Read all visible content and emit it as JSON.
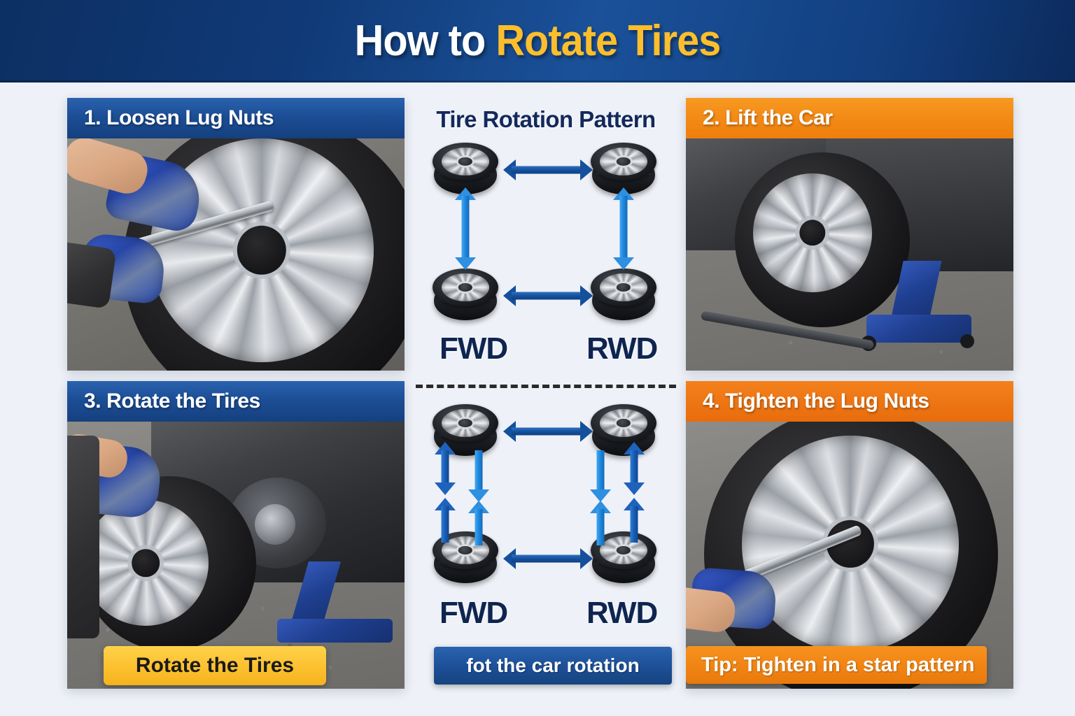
{
  "header": {
    "title_white": "How to ",
    "title_gold": "Rotate Tires"
  },
  "colors": {
    "brand_blue": "#1c4e96",
    "brand_orange": "#f0820f",
    "brand_gold": "#fcc02f",
    "navy_text": "#13295c",
    "background": "#eef1f7",
    "arrow_blue": "#14509c",
    "arrow_light_blue": "#2f8fe0"
  },
  "panels": [
    {
      "number": "1.",
      "title": "1. Loosen Lug Nuts",
      "header_style": "blue",
      "photo_alt": "gloved hands loosening lug nuts with a breaker bar on an alloy wheel"
    },
    {
      "number": "2.",
      "title": "2. Lift the Car",
      "header_style": "orange",
      "photo_alt": "dark gray car being raised by a blue hydraulic floor jack"
    },
    {
      "number": "3.",
      "title": "3. Rotate the Tires",
      "header_style": "blue",
      "photo_alt": "mechanic in blue gloves removing a wheel from the hub",
      "caption": "Rotate the Tires",
      "caption_style": "gold"
    },
    {
      "number": "4.",
      "title": "4. Tighten the Lug Nuts",
      "header_style": "orange",
      "photo_alt": "blue gloved hand tightening lug nuts with a torque wrench",
      "caption": "Tip: Tighten in a star pattern",
      "caption_style": "orange"
    }
  ],
  "center": {
    "title": "Tire Rotation Pattern",
    "caption": "fot the car rotation",
    "diagrams": [
      {
        "id": "top",
        "labels": [
          "FWD",
          "RWD"
        ],
        "tires": 4,
        "arrows": {
          "horizontal": 2,
          "vertical": 2,
          "style": "single double-headed arrows"
        }
      },
      {
        "id": "bottom",
        "labels": [
          "FWD",
          "RWD"
        ],
        "tires": 4,
        "arrows": {
          "horizontal": 2,
          "vertical": 4,
          "style": "paired crossing double-headed arrows"
        }
      }
    ]
  }
}
